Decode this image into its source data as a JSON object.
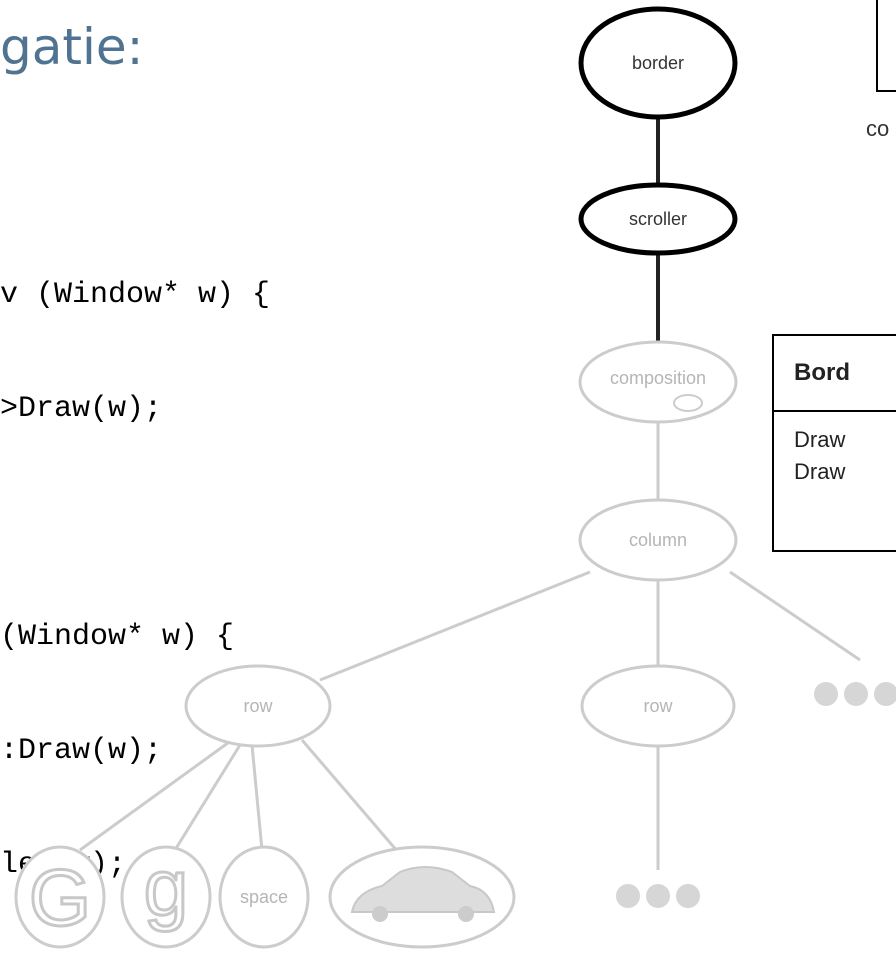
{
  "slide": {
    "title": "gatie:",
    "code_lines": [
      "v (Window* w) {",
      ">Draw(w);",
      "",
      "(Window* w) {",
      ":Draw(w);",
      "ler(w);"
    ]
  },
  "tree": {
    "nodes": {
      "border": "border",
      "scroller": "scroller",
      "composition": "composition",
      "column": "column",
      "row_left": "row",
      "row_mid": "row",
      "G": "G",
      "g": "g",
      "space": "space"
    },
    "icons": [
      "car-glyph",
      "ellipsis-icon"
    ],
    "colors": {
      "active": "#000000",
      "faded": "#cccccc",
      "title": "#4f7390"
    }
  },
  "class_box": {
    "name": "Bord",
    "operations": [
      "Draw",
      "Draw"
    ]
  },
  "side_label": "co"
}
